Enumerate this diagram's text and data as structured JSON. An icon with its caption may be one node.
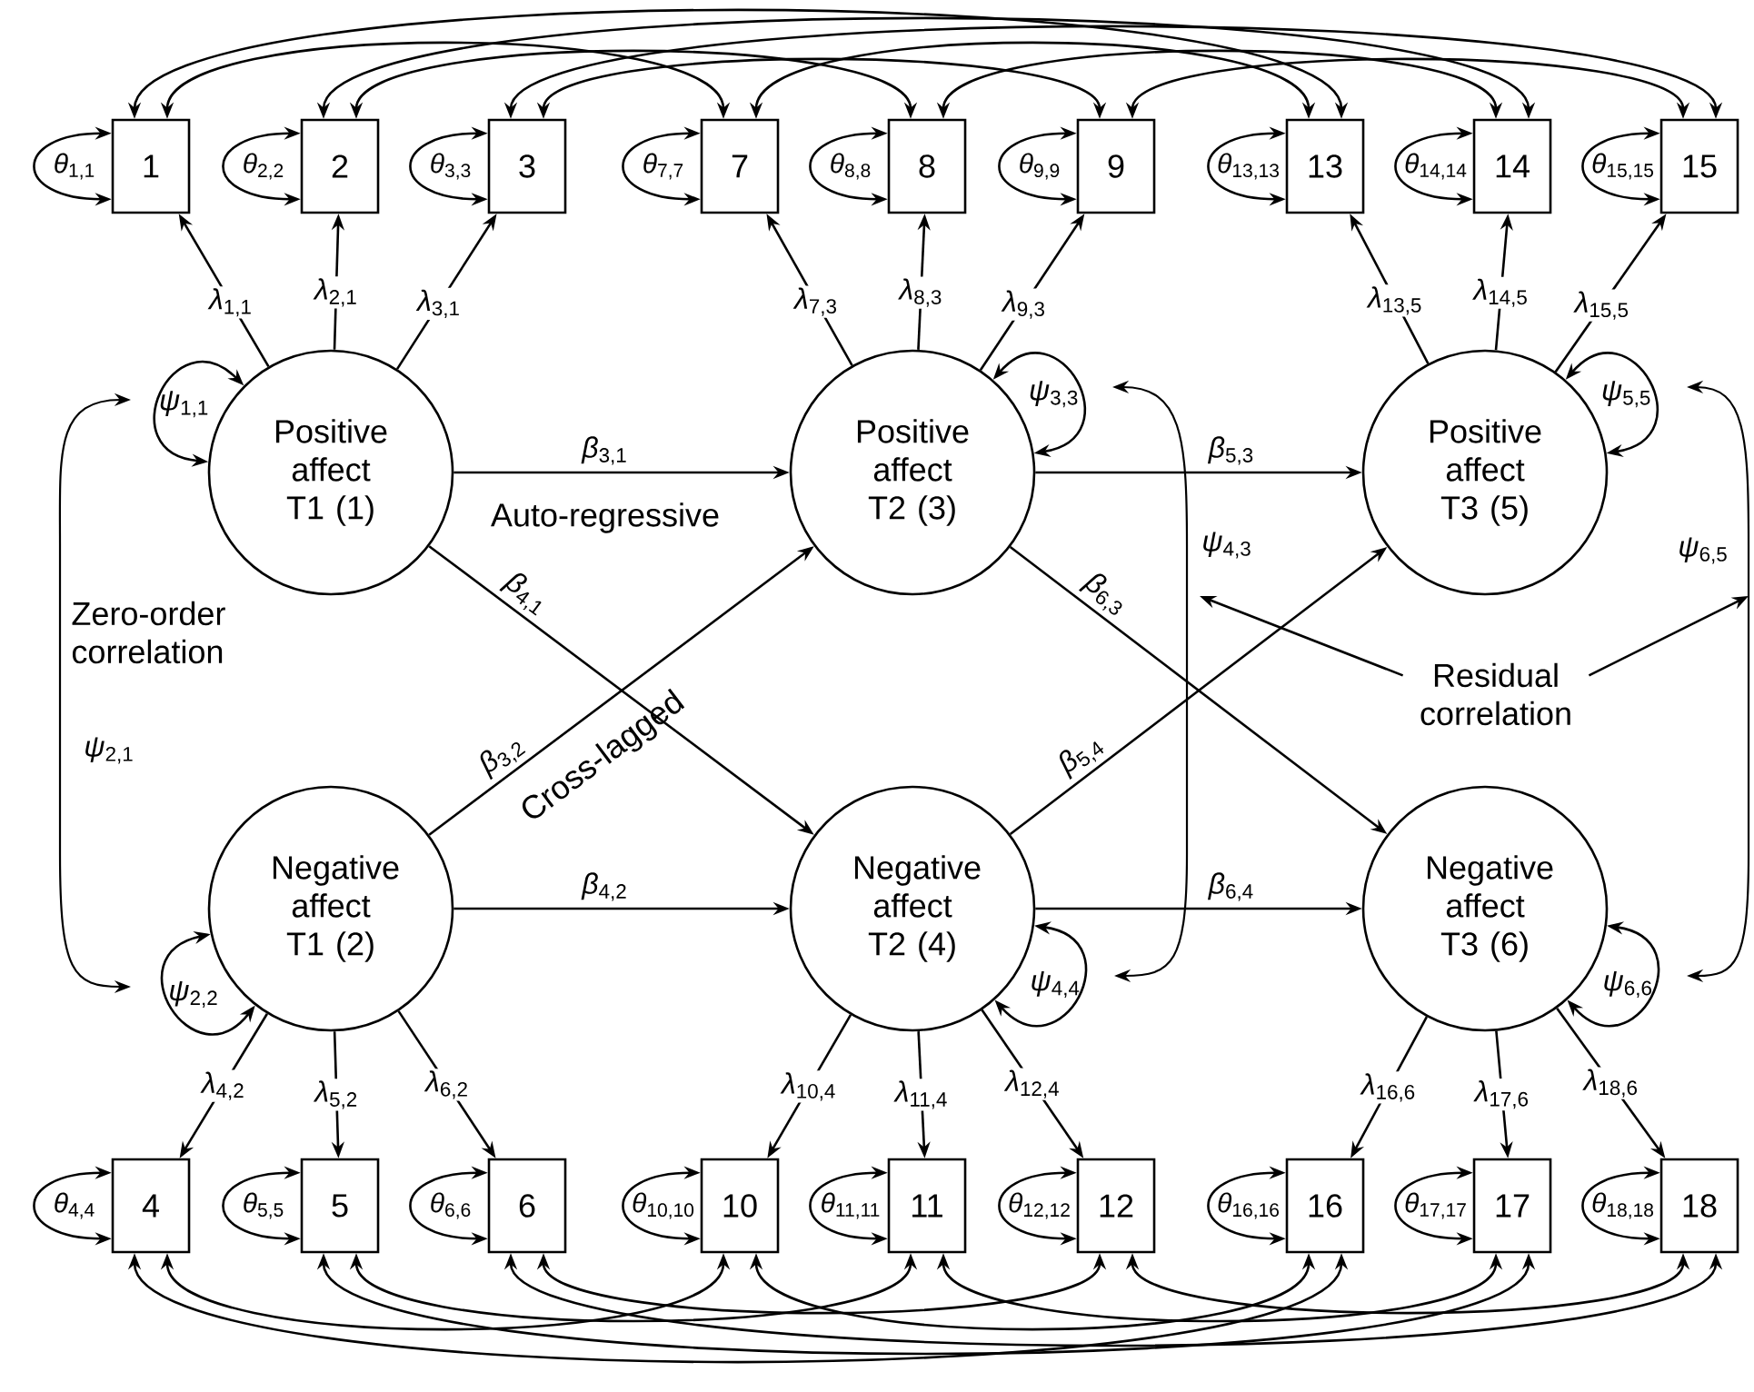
{
  "diagram": {
    "nodes": [
      {
        "text": [
          "1"
        ]
      },
      {
        "text": [
          "2"
        ]
      },
      {
        "text": [
          "3"
        ]
      },
      {
        "text": [
          "7"
        ]
      },
      {
        "text": [
          "8"
        ]
      },
      {
        "text": [
          "9"
        ]
      },
      {
        "text": [
          "13"
        ]
      },
      {
        "text": [
          "14"
        ]
      },
      {
        "text": [
          "15"
        ]
      },
      {
        "text": [
          "Positive affect T1 (1)"
        ]
      },
      {
        "text": [
          "Positive affect T2 (3)"
        ]
      },
      {
        "text": [
          "Positive affect T3 (5)"
        ]
      },
      {
        "text": [
          "Negative affect T1 (2)"
        ]
      },
      {
        "text": [
          "Negative affect T2 (4)"
        ]
      },
      {
        "text": [
          "Negative affect T3 (6)"
        ]
      },
      {
        "text": [
          "4"
        ]
      },
      {
        "text": [
          "5"
        ]
      },
      {
        "text": [
          "6"
        ]
      },
      {
        "text": [
          "10"
        ]
      },
      {
        "text": [
          "11"
        ]
      },
      {
        "text": [
          "12"
        ]
      },
      {
        "text": [
          "16"
        ]
      },
      {
        "text": [
          "17"
        ]
      },
      {
        "text": [
          "18"
        ]
      },
      {
        "text": [
          "Residual correlation"
        ]
      }
    ],
    "edges": [
      {
        "from": 0,
        "to": 0,
        "arrow": "both",
        "label": "*θ*$_{1,1}$"
      },
      {
        "from": 1,
        "to": 1,
        "arrow": "both",
        "label": "*θ*$_{2,2}$"
      },
      {
        "from": 2,
        "to": 2,
        "arrow": "both",
        "label": "*θ*$_{3,3}$"
      },
      {
        "from": 3,
        "to": 3,
        "arrow": "both",
        "label": "*θ*$_{7,7}$"
      },
      {
        "from": 4,
        "to": 4,
        "arrow": "both",
        "label": "*θ*$_{8,8}$"
      },
      {
        "from": 5,
        "to": 5,
        "arrow": "both",
        "label": "*θ*$_{9,9}$"
      },
      {
        "from": 6,
        "to": 6,
        "arrow": "both",
        "label": "*θ*$_{13,13}$"
      },
      {
        "from": 7,
        "to": 7,
        "arrow": "both",
        "label": "*θ*$_{14,14}$"
      },
      {
        "from": 8,
        "to": 8,
        "arrow": "both",
        "label": "*θ*$_{15,15}$"
      },
      {
        "from": 15,
        "to": 15,
        "arrow": "both",
        "label": "*θ*$_{4,4}$"
      },
      {
        "from": 16,
        "to": 16,
        "arrow": "both",
        "label": "*θ*$_{5,5}$"
      },
      {
        "from": 17,
        "to": 17,
        "arrow": "both",
        "label": "*θ*$_{6,6}$"
      },
      {
        "from": 18,
        "to": 18,
        "arrow": "both",
        "label": "*θ*$_{10,10}$"
      },
      {
        "from": 19,
        "to": 19,
        "arrow": "both",
        "label": "*θ*$_{11,11}$"
      },
      {
        "from": 20,
        "to": 20,
        "arrow": "both",
        "label": "*θ*$_{12,12}$"
      },
      {
        "from": 21,
        "to": 21,
        "arrow": "both",
        "label": "*θ*$_{16,16}$"
      },
      {
        "from": 22,
        "to": 22,
        "arrow": "both",
        "label": "*θ*$_{17,17}$"
      },
      {
        "from": 23,
        "to": 23,
        "arrow": "both",
        "label": "*θ*$_{18,18}$"
      },
      {
        "from": 9,
        "to": 9,
        "arrow": "both",
        "label": "*ψ*$_{1,1}$"
      },
      {
        "from": 10,
        "to": 10,
        "arrow": "both",
        "label": "*ψ*$_{3,3}$"
      },
      {
        "from": 11,
        "to": 11,
        "arrow": "both",
        "label": "*ψ*$_{5,5}$"
      },
      {
        "from": 12,
        "to": 12,
        "arrow": "both",
        "label": "*ψ*$_{2,2}$"
      },
      {
        "from": 13,
        "to": 13,
        "arrow": "both",
        "label": "*ψ*$_{4,4}$"
      },
      {
        "from": 14,
        "to": 14,
        "arrow": "both",
        "label": "*ψ*$_{6,6}$"
      },
      {
        "from": 9,
        "to": 0,
        "arrow": "to",
        "label": "*λ*$_{1,1}$"
      },
      {
        "from": 9,
        "to": 1,
        "arrow": "to",
        "label": "*λ*$_{2,1}$"
      },
      {
        "from": 9,
        "to": 2,
        "arrow": "to",
        "label": "*λ*$_{3,1}$"
      },
      {
        "from": 10,
        "to": 3,
        "arrow": "to",
        "label": "*λ*$_{7,3}$"
      },
      {
        "from": 10,
        "to": 4,
        "arrow": "to",
        "label": "*λ*$_{8,3}$"
      },
      {
        "from": 10,
        "to": 5,
        "arrow": "to",
        "label": "*λ*$_{9,3}$"
      },
      {
        "from": 11,
        "to": 6,
        "arrow": "to",
        "label": "*λ*$_{13,5}$"
      },
      {
        "from": 11,
        "to": 7,
        "arrow": "to",
        "label": "*λ*$_{14,5}$"
      },
      {
        "from": 11,
        "to": 8,
        "arrow": "to",
        "label": "*λ*$_{15,5}$"
      },
      {
        "from": 12,
        "to": 15,
        "arrow": "to",
        "label": "*λ*$_{4,2}$"
      },
      {
        "from": 12,
        "to": 16,
        "arrow": "to",
        "label": "*λ*$_{5,2}$"
      },
      {
        "from": 12,
        "to": 17,
        "arrow": "to",
        "label": "*λ*$_{6,2}$"
      },
      {
        "from": 13,
        "to": 18,
        "arrow": "to",
        "label": "*λ*$_{10,4}$"
      },
      {
        "from": 13,
        "to": 19,
        "arrow": "to",
        "label": "*λ*$_{11,4}$"
      },
      {
        "from": 13,
        "to": 20,
        "arrow": "to",
        "label": "*λ*$_{12,4}$"
      },
      {
        "from": 14,
        "to": 21,
        "arrow": "to",
        "label": "*λ*$_{16,6}$"
      },
      {
        "from": 14,
        "to": 22,
        "arrow": "to",
        "label": "*λ*$_{17,6}$"
      },
      {
        "from": 14,
        "to": 23,
        "arrow": "to",
        "label": "*λ*$_{18,6}$"
      },
      {
        "from": 9,
        "to": 10,
        "arrow": "to",
        "label": "*β*$_{3,1}$"
      },
      {
        "from": 9,
        "to": 13,
        "arrow": "to",
        "label": "*β*$_{4,1}$"
      },
      {
        "from": 12,
        "to": 10,
        "arrow": "to",
        "label": "*β*$_{3,2}$"
      },
      {
        "from": 12,
        "to": 13,
        "arrow": "to",
        "label": "*β*$_{4,2}$"
      },
      {
        "from": 10,
        "to": 11,
        "arrow": "to",
        "label": "*β*$_{5,3}$"
      },
      {
        "from": 10,
        "to": 14,
        "arrow": "to",
        "label": "*β*$_{6,3}$"
      },
      {
        "from": 13,
        "to": 11,
        "arrow": "to",
        "label": "*β*$_{5,4}$"
      },
      {
        "from": 13,
        "to": 14,
        "arrow": "to",
        "label": "*β*$_{6,4}$"
      },
      {
        "from": 9,
        "to": 12,
        "arrow": "both",
        "label": "*ψ*$_{2,1}$"
      },
      {
        "from": 10,
        "to": 13,
        "arrow": "both",
        "label": "*ψ*$_{4,3}$"
      },
      {
        "from": 11,
        "to": 14,
        "arrow": "both",
        "label": "*ψ*$_{6,5}$"
      },
      {
        "from": 0,
        "to": 3,
        "arrow": "both"
      },
      {
        "from": 0,
        "to": 6,
        "arrow": "both"
      },
      {
        "from": 3,
        "to": 6,
        "arrow": "both"
      },
      {
        "from": 1,
        "to": 4,
        "arrow": "both"
      },
      {
        "from": 1,
        "to": 7,
        "arrow": "both"
      },
      {
        "from": 4,
        "to": 7,
        "arrow": "both"
      },
      {
        "from": 2,
        "to": 5,
        "arrow": "both"
      },
      {
        "from": 2,
        "to": 8,
        "arrow": "both"
      },
      {
        "from": 5,
        "to": 8,
        "arrow": "both"
      },
      {
        "from": 15,
        "to": 18,
        "arrow": "both"
      },
      {
        "from": 15,
        "to": 21,
        "arrow": "both"
      },
      {
        "from": 18,
        "to": 21,
        "arrow": "both"
      },
      {
        "from": 16,
        "to": 19,
        "arrow": "both"
      },
      {
        "from": 16,
        "to": 22,
        "arrow": "both"
      },
      {
        "from": 19,
        "to": 22,
        "arrow": "both"
      },
      {
        "from": 17,
        "to": 20,
        "arrow": "both"
      },
      {
        "from": 17,
        "to": 23,
        "arrow": "both"
      },
      {
        "from": 20,
        "to": 23,
        "arrow": "both"
      },
      {
        "from": 24,
        "to": null,
        "arrow": "to"
      },
      {
        "from": 24,
        "to": null,
        "arrow": "to"
      }
    ],
    "labels": [
      "Auto-regressive",
      "Zero-order correlation",
      "Cross-lagged"
    ]
  }
}
